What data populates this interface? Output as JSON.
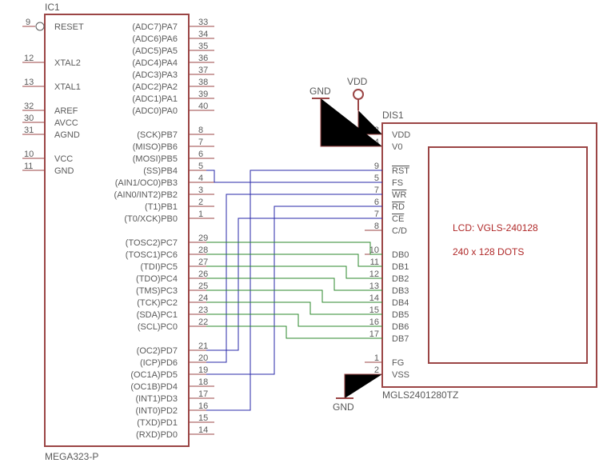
{
  "ic1": {
    "name": "IC1",
    "value": "MEGA323-P",
    "left_pins": [
      {
        "num": "9",
        "label": "RESET"
      },
      {
        "num": "12",
        "label": "XTAL2"
      },
      {
        "num": "13",
        "label": "XTAL1"
      },
      {
        "num": "32",
        "label": "AREF"
      },
      {
        "num": "30",
        "label": "AVCC"
      },
      {
        "num": "31",
        "label": "AGND"
      },
      {
        "num": "10",
        "label": "VCC"
      },
      {
        "num": "11",
        "label": "GND"
      }
    ],
    "right_pins": [
      {
        "num": "33",
        "label": "(ADC7)PA7"
      },
      {
        "num": "34",
        "label": "(ADC6)PA6"
      },
      {
        "num": "35",
        "label": "(ADC5)PA5"
      },
      {
        "num": "36",
        "label": "(ADC4)PA4"
      },
      {
        "num": "37",
        "label": "(ADC3)PA3"
      },
      {
        "num": "38",
        "label": "(ADC2)PA2"
      },
      {
        "num": "39",
        "label": "(ADC1)PA1"
      },
      {
        "num": "40",
        "label": "(ADC0)PA0"
      },
      {
        "num": "8",
        "label": "(SCK)PB7"
      },
      {
        "num": "7",
        "label": "(MISO)PB6"
      },
      {
        "num": "6",
        "label": "(MOSI)PB5"
      },
      {
        "num": "5",
        "label": "(SS)PB4"
      },
      {
        "num": "4",
        "label": "(AIN1/OC0)PB3"
      },
      {
        "num": "3",
        "label": "(AIN0/INT2)PB2"
      },
      {
        "num": "2",
        "label": "(T1)PB1"
      },
      {
        "num": "1",
        "label": "(T0/XCK)PB0"
      },
      {
        "num": "29",
        "label": "(TOSC2)PC7"
      },
      {
        "num": "28",
        "label": "(TOSC1)PC6"
      },
      {
        "num": "27",
        "label": "(TDI)PC5"
      },
      {
        "num": "26",
        "label": "(TDO)PC4"
      },
      {
        "num": "25",
        "label": "(TMS)PC3"
      },
      {
        "num": "24",
        "label": "(TCK)PC2"
      },
      {
        "num": "23",
        "label": "(SDA)PC1"
      },
      {
        "num": "22",
        "label": "(SCL)PC0"
      },
      {
        "num": "21",
        "label": "(OC2)PD7"
      },
      {
        "num": "20",
        "label": "(ICP)PD6"
      },
      {
        "num": "19",
        "label": "(OC1A)PD5"
      },
      {
        "num": "18",
        "label": "(OC1B)PD4"
      },
      {
        "num": "17",
        "label": "(INT1)PD3"
      },
      {
        "num": "16",
        "label": "(INT0)PD2"
      },
      {
        "num": "15",
        "label": "(TXD)PD1"
      },
      {
        "num": "14",
        "label": "(RXD)PD0"
      }
    ]
  },
  "dis1": {
    "name": "DIS1",
    "value": "MGLS2401280TZ",
    "pins": [
      {
        "num": "3",
        "label": "VDD"
      },
      {
        "num": "4",
        "label": "V0"
      },
      {
        "num": "9",
        "label": "RST"
      },
      {
        "num": "5",
        "label": "FS"
      },
      {
        "num": "7",
        "label": "WR"
      },
      {
        "num": "6",
        "label": "RD"
      },
      {
        "num": "7",
        "label": "CE"
      },
      {
        "num": "8",
        "label": "C/D"
      },
      {
        "num": "10",
        "label": "DB0"
      },
      {
        "num": "11",
        "label": "DB1"
      },
      {
        "num": "12",
        "label": "DB2"
      },
      {
        "num": "13",
        "label": "DB3"
      },
      {
        "num": "14",
        "label": "DB4"
      },
      {
        "num": "15",
        "label": "DB5"
      },
      {
        "num": "16",
        "label": "DB6"
      },
      {
        "num": "17",
        "label": "DB7"
      },
      {
        "num": "1",
        "label": "FG"
      },
      {
        "num": "2",
        "label": "VSS"
      }
    ],
    "lcd_text_1": "LCD: VGLS-240128",
    "lcd_text_2": "240 x 128 DOTS"
  },
  "power": {
    "vdd": "VDD",
    "gnd_top": "GND",
    "gnd_bottom": "GND"
  },
  "colors": {
    "part": "#9b4545",
    "text": "#5a5a5a",
    "control_net": "#2a2aa8",
    "data_net": "#2e8a2e",
    "lcd_label": "#b02a2a"
  }
}
